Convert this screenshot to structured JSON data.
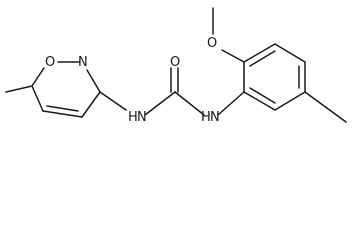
{
  "molecule": {
    "atom_labels": {
      "isoxazole_oxygen": "O",
      "isoxazole_nitrogen": "N",
      "carbonyl_oxygen": "O",
      "amide_nh_left": "H",
      "amide_n_left": "N",
      "amide_nh_right": "H",
      "amide_n_right": "N",
      "methoxy_oxygen": "O"
    },
    "colors": {
      "bond": "#1a1a1a",
      "background": "#ffffff"
    }
  }
}
